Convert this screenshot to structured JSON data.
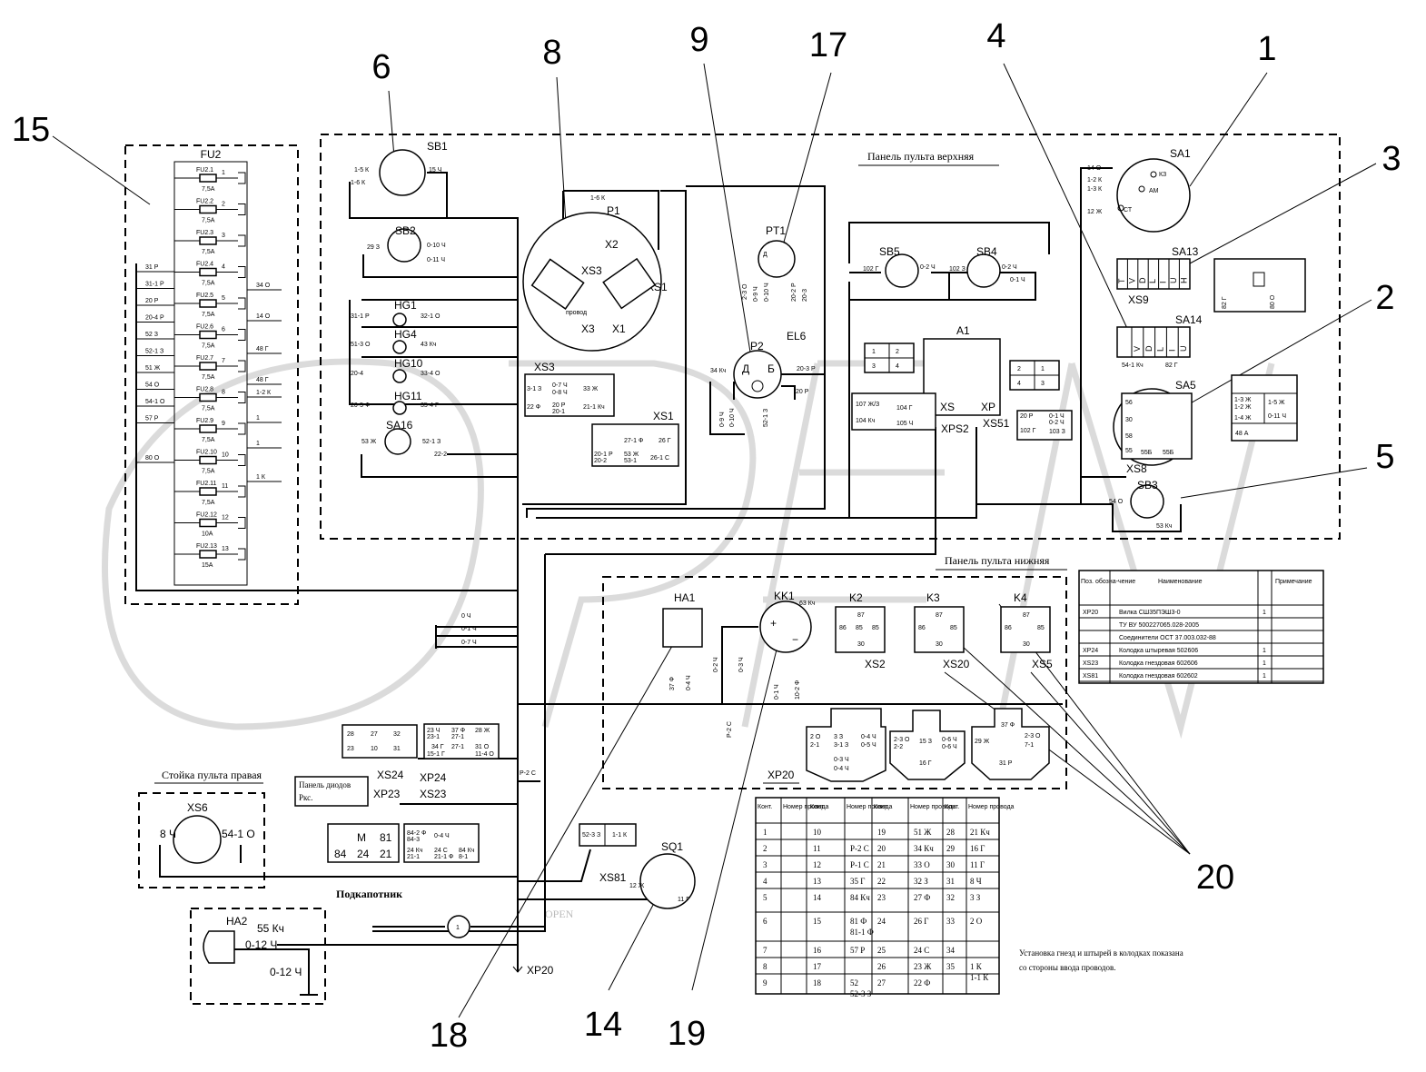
{
  "callouts": [
    "1",
    "2",
    "3",
    "4",
    "5",
    "6",
    "8",
    "9",
    "17",
    "15",
    "18",
    "14",
    "19",
    "20"
  ],
  "watermark": "OPEN",
  "panels": {
    "upper": "Панель пульта верхняя",
    "lower": "Панель пульта нижняя",
    "stand_right": "Стойка пульта правая",
    "headlight": "Подкапотник"
  },
  "fuse_block": {
    "name": "FU2",
    "fuses": [
      {
        "id": "FU2.1",
        "rating": "7,5А",
        "out": "1"
      },
      {
        "id": "FU2.2",
        "rating": "7,5А",
        "out": "2"
      },
      {
        "id": "FU2.3",
        "rating": "7,5А",
        "out": "3"
      },
      {
        "id": "FU2.4",
        "rating": "7,5А",
        "out": "4"
      },
      {
        "id": "FU2.5",
        "rating": "7,5А",
        "out": "5"
      },
      {
        "id": "FU2.6",
        "rating": "7,5А",
        "out": "6"
      },
      {
        "id": "FU2.7",
        "rating": "7,5А",
        "out": "7"
      },
      {
        "id": "FU2.8",
        "rating": "7,5А",
        "out": "8"
      },
      {
        "id": "FU2.9",
        "rating": "7,5А",
        "out": "9"
      },
      {
        "id": "FU2.10",
        "rating": "7,5А",
        "out": "10"
      },
      {
        "id": "FU2.11",
        "rating": "7,5А",
        "out": "11"
      },
      {
        "id": "FU2.12",
        "rating": "10А",
        "out": "12"
      },
      {
        "id": "FU2.13",
        "rating": "15А",
        "out": "13"
      }
    ],
    "left_wires": [
      "31 Р",
      "31-1 Р",
      "20 Р",
      "20-4 Р",
      "52 З",
      "52-1 З",
      "51 Ж",
      "54 О",
      "54-1 О",
      "57 Р",
      "80 О"
    ],
    "right_wires": [
      "34 О",
      "14 О",
      "48 Г",
      "48 Г",
      "1-2 К",
      "1",
      "1",
      "1 К"
    ]
  },
  "components": {
    "SB1": {
      "name": "SB1",
      "left": "1-5 К",
      "left2": "1-6 К",
      "right": "15 Ч"
    },
    "SB2": {
      "name": "SB2",
      "left": "29 З",
      "right": "0-10 Ч",
      "right2": "0-11 Ч"
    },
    "HG1": {
      "name": "HG1",
      "left": "31-1 Р",
      "right": "32-1 О"
    },
    "HG4": {
      "name": "HG4",
      "left": "51-3 О",
      "right": "43 Кч"
    },
    "HG10": {
      "name": "HG10",
      "left": "20-4",
      "right": "33-4 О"
    },
    "HG11": {
      "name": "HG11",
      "left": "20-5 Ф",
      "right": "35-4 Г"
    },
    "SA16": {
      "name": "SA16",
      "left": "53 Ж",
      "right": "52-1 З",
      "right2": "22-2"
    },
    "P1": {
      "name": "P1",
      "top": "1-6 К",
      "x2": "X2",
      "xs3": "XS3",
      "xs1": "XS1",
      "x3": "X3",
      "x1": "X1",
      "label": "провод"
    },
    "XS3": {
      "name": "XS3",
      "cells": [
        "3-1 З",
        "0-7 Ч",
        "0-8 Ч",
        "33 Ж",
        "22 Ф",
        "20 Р",
        "20-1",
        "21-1 Кч"
      ]
    },
    "XS1": {
      "name": "XS1",
      "cells": [
        "27-1 Ф",
        "26 Г",
        "20-1 Р",
        "20-2",
        "53 Ж",
        "53-1",
        "26-1 С"
      ]
    },
    "P2": {
      "name": "P2",
      "d": "Д",
      "b": "Б",
      "left": "34 Кч",
      "wires": [
        "0-9 Ч",
        "0-10 Ч",
        "52-1 З"
      ]
    },
    "PT1": {
      "name": "PT1",
      "d": "Д",
      "wires": [
        "2-3 О",
        "0-9 Ч",
        "0-10 Ч",
        "20-2 Р",
        "20-3"
      ]
    },
    "EL6": {
      "name": "EL6",
      "right": "20-3 Р",
      "bottom": "20 Р"
    },
    "SB5": {
      "name": "SB5",
      "left": "102 Г",
      "right": "0-2 Ч"
    },
    "SB4": {
      "name": "SB4",
      "left": "102 З",
      "right": "0-2 Ч",
      "right2": "0-1 Ч"
    },
    "A1": {
      "name": "A1",
      "xs": "XS",
      "xp": "XP",
      "xps2": "XPS2",
      "xs51": "XS51",
      "left": [
        "107 Ж/З",
        "104 Кч",
        "104 Г",
        "105 Ч"
      ],
      "right": [
        "20 Р",
        "102 Г",
        "0-1 Ч",
        "0-2 Ч",
        "103 З"
      ],
      "grid1": [
        "1",
        "2",
        "3",
        "4"
      ],
      "grid2": [
        "2",
        "1",
        "4",
        "3"
      ]
    },
    "SA1": {
      "name": "SA1",
      "wires": [
        "14 О",
        "1-2 К",
        "1-3 К",
        "12 Ж"
      ],
      "k3": "КЗ",
      "am": "АМ",
      "st": "СТ"
    },
    "SA13": {
      "name": "SA13",
      "cells": [
        "T",
        "V",
        "D",
        "L",
        "I",
        "U",
        "H"
      ],
      "xs9": "XS9",
      "w1": "82 Г",
      "w2": "80 О"
    },
    "SA14": {
      "name": "SA14",
      "cells": [
        "V",
        "D",
        "L",
        "I",
        "U"
      ],
      "w1": "54-1 Кч",
      "w2": "82 Г"
    },
    "SA5": {
      "name": "SA5",
      "inner": "SA",
      "xs8": "XS8",
      "cells": [
        "56",
        "30",
        "58",
        "55",
        "55Б",
        "55Б"
      ],
      "side": [
        "1-3 Ж",
        "1-2 Ж",
        "1-5 Ж",
        "1-4 Ж",
        "0-11 Ч",
        "48 А"
      ]
    },
    "SB3": {
      "name": "SB3",
      "left": "54 О",
      "right": "53 Кч"
    },
    "HA1": {
      "name": "HA1",
      "w1": "37 Ф",
      "w2": "0-4 Ч"
    },
    "KK1": {
      "name": "KK1",
      "top": "63 Кч",
      "wires": [
        "0-2 Ч",
        "0-3 Ч",
        "0-1 Ч",
        "10-2 Ф"
      ]
    },
    "K2": {
      "name": "K2",
      "cells": [
        "87",
        "86",
        "85",
        "85",
        "30"
      ],
      "xs": "XS2"
    },
    "K3": {
      "name": "K3",
      "cells": [
        "87",
        "86",
        "85",
        "30"
      ],
      "xs": "XS20"
    },
    "K4": {
      "name": "K4",
      "cells": [
        "87",
        "86",
        "85",
        "30"
      ],
      "xs": "XS5"
    },
    "plugs_lower": [
      {
        "cells": [
          "2 О",
          "2-1",
          "3 З",
          "3-1 З",
          "0-4 Ч",
          "0-5 Ч",
          "0-3 Ч",
          "0-4 Ч"
        ]
      },
      {
        "cells": [
          "2-3 О",
          "2-2",
          "15 З",
          "0-6 Ч",
          "0-6 Ч",
          "16 Г"
        ]
      },
      {
        "cells": [
          "37 Ф",
          "2-3 О",
          "7-1",
          "29 Ж",
          "31 Р"
        ]
      }
    ],
    "XS24": {
      "name": "XS24",
      "cells": [
        "28",
        "27",
        "32",
        "23",
        "10",
        "31"
      ]
    },
    "XP24": {
      "name": "XP24",
      "cells": [
        "23 Ч",
        "23-1",
        "37 Ф",
        "27-1",
        "28 Ж",
        "34 Г",
        "27-1",
        "31 О",
        "15-1 Г",
        "11-4 О"
      ]
    },
    "diode_panel": {
      "line1": "Панель диодов",
      "line2": "Ркс."
    },
    "XP23": {
      "name": "XP23"
    },
    "XS23": {
      "name": "XS23",
      "cells": [
        "М",
        "81",
        "84",
        "24",
        "21",
        "84-2 Ф",
        "84-3",
        "0-4 Ч",
        "24 Кч",
        "24 С",
        "84 Кч",
        "21-1",
        "21-1 Ф",
        "8-1"
      ]
    },
    "XS6": {
      "name": "XS6",
      "left": "8 Ч",
      "right": "54-1 О"
    },
    "HA2": {
      "name": "HA2",
      "w1": "55 Кч",
      "w2": "0-12 Ч",
      "w3": "0-12 Ч"
    },
    "SQ1": {
      "name": "SQ1",
      "left": "12 Ж",
      "right": "11 Г",
      "xs81": "XS81",
      "plug": [
        "52-3 З",
        "1-1 К"
      ]
    },
    "XP20": {
      "name": "XP20"
    },
    "misc": [
      "0 Ч",
      "0-1 Ч",
      "0-7 Ч",
      "Р-2 С",
      "Р-2 С",
      "1"
    ]
  },
  "pin_table": {
    "title": "XP20",
    "headers": [
      "Конт.",
      "Номер провода",
      "Конт.",
      "Номер провода",
      "Конт.",
      "Номер провода",
      "Конт.",
      "Номер провода"
    ],
    "rows": [
      [
        "1",
        "",
        "10",
        "",
        "19",
        "51 Ж",
        "28",
        "21 Кч"
      ],
      [
        "2",
        "",
        "11",
        "Р-2 С",
        "20",
        "34 Кч",
        "29",
        "16 Г"
      ],
      [
        "3",
        "",
        "12",
        "Р-1 С",
        "21",
        "33 О",
        "30",
        "11 Г"
      ],
      [
        "4",
        "",
        "13",
        "35 Г",
        "22",
        "32 З",
        "31",
        "8 Ч"
      ],
      [
        "5",
        "",
        "14",
        "84 Кч",
        "23",
        "27 Ф",
        "32",
        "3 З"
      ],
      [
        "6",
        "",
        "15",
        "81 Ф / 81-1 Ф",
        "24",
        "26 Г",
        "33",
        "2 О"
      ],
      [
        "7",
        "",
        "16",
        "57 Р",
        "25",
        "24 С",
        "34",
        ""
      ],
      [
        "8",
        "",
        "17",
        "",
        "26",
        "23 Ж",
        "35",
        "1 К / 1-1 К"
      ],
      [
        "9",
        "",
        "18",
        "52 / 52-3 З",
        "27",
        "22 Ф",
        "",
        ""
      ]
    ]
  },
  "spec_table": {
    "headers": [
      "Поз. обозна-чение",
      "Наименование",
      "",
      "Примечание"
    ],
    "rows": [
      [
        "XP20",
        "Вилка СШ35ПЭШ3-0",
        "1",
        ""
      ],
      [
        "",
        "ТУ ВУ 500227065.028-2005",
        "",
        ""
      ],
      [
        "",
        "Соединители ОСТ 37.003.032-88",
        "",
        ""
      ],
      [
        "XP24",
        "Колодка штыревая 502606",
        "1",
        ""
      ],
      [
        "XS23",
        "Колодка гнездовая 602606",
        "1",
        ""
      ],
      [
        "XS81",
        "Колодка гнездовая 602602",
        "1",
        ""
      ]
    ]
  },
  "note": [
    "Установка гнезд и штырей в колодках показана",
    "со стороны ввода проводов."
  ]
}
